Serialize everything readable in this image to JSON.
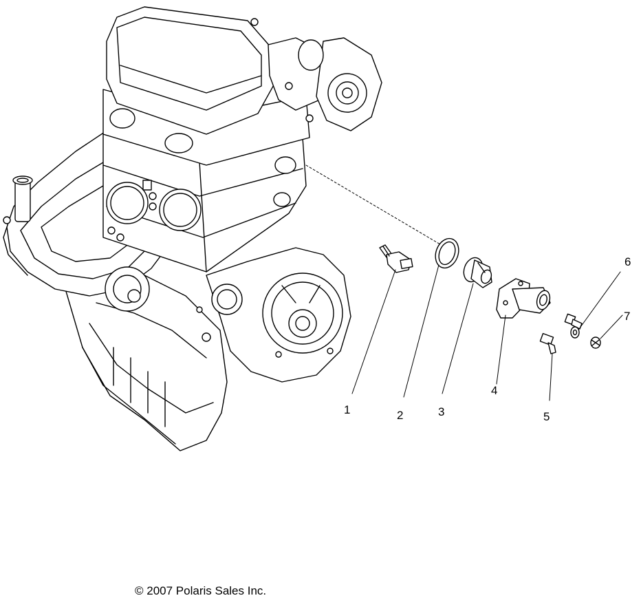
{
  "diagram": {
    "callouts": [
      {
        "id": "1",
        "label": "1"
      },
      {
        "id": "2",
        "label": "2"
      },
      {
        "id": "3",
        "label": "3"
      },
      {
        "id": "4",
        "label": "4"
      },
      {
        "id": "5",
        "label": "5"
      },
      {
        "id": "6",
        "label": "6"
      },
      {
        "id": "7",
        "label": "7"
      }
    ],
    "copyright": "© 2007 Polaris Sales Inc."
  }
}
